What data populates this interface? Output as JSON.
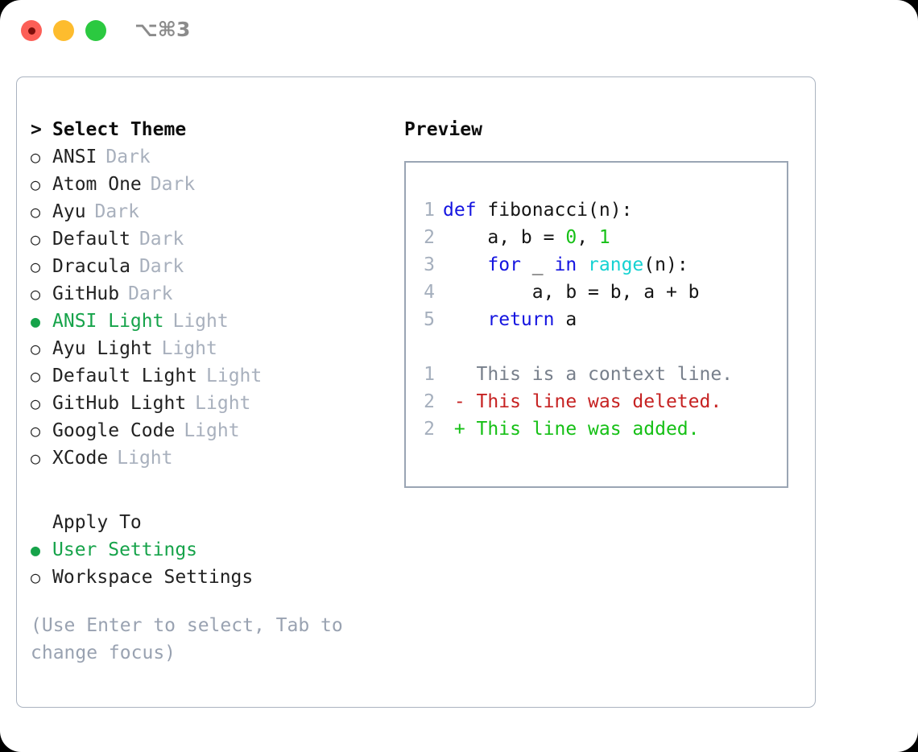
{
  "titlebar": {
    "shortcut": "⌥⌘3",
    "dots": [
      "close",
      "minimize",
      "maximize"
    ]
  },
  "theme_picker": {
    "title": "Select Theme",
    "title_marker": ">",
    "marker_unselected": "○",
    "marker_selected": "●",
    "items": [
      {
        "name": "ANSI",
        "variant": "Dark",
        "selected": false
      },
      {
        "name": "Atom One",
        "variant": "Dark",
        "selected": false
      },
      {
        "name": "Ayu",
        "variant": "Dark",
        "selected": false
      },
      {
        "name": "Default",
        "variant": "Dark",
        "selected": false
      },
      {
        "name": "Dracula",
        "variant": "Dark",
        "selected": false
      },
      {
        "name": "GitHub",
        "variant": "Dark",
        "selected": false
      },
      {
        "name": "ANSI Light",
        "variant": "Light",
        "selected": true
      },
      {
        "name": "Ayu Light",
        "variant": "Light",
        "selected": false
      },
      {
        "name": "Default Light",
        "variant": "Light",
        "selected": false
      },
      {
        "name": "GitHub Light",
        "variant": "Light",
        "selected": false
      },
      {
        "name": "Google Code",
        "variant": "Light",
        "selected": false
      },
      {
        "name": "XCode",
        "variant": "Light",
        "selected": false
      }
    ]
  },
  "apply_to": {
    "title": "Apply To",
    "items": [
      {
        "name": "User Settings",
        "selected": true
      },
      {
        "name": "Workspace Settings",
        "selected": false
      }
    ]
  },
  "hint": "(Use Enter to select, Tab to change focus)",
  "preview": {
    "title": "Preview",
    "code_lines": [
      {
        "no": "1",
        "tokens": [
          {
            "t": "def",
            "c": "kw"
          },
          {
            "t": " fibonacci(n):",
            "c": "txt"
          }
        ]
      },
      {
        "no": "2",
        "tokens": [
          {
            "t": "    a, b = ",
            "c": "txt"
          },
          {
            "t": "0",
            "c": "num"
          },
          {
            "t": ", ",
            "c": "txt"
          },
          {
            "t": "1",
            "c": "num"
          }
        ]
      },
      {
        "no": "3",
        "tokens": [
          {
            "t": "    ",
            "c": "txt"
          },
          {
            "t": "for",
            "c": "kw"
          },
          {
            "t": " _ ",
            "c": "txt"
          },
          {
            "t": "in",
            "c": "kw"
          },
          {
            "t": " ",
            "c": "txt"
          },
          {
            "t": "range",
            "c": "fn"
          },
          {
            "t": "(n):",
            "c": "txt"
          }
        ]
      },
      {
        "no": "4",
        "tokens": [
          {
            "t": "        a, b = b, a + b",
            "c": "txt"
          }
        ]
      },
      {
        "no": "5",
        "tokens": [
          {
            "t": "    ",
            "c": "txt"
          },
          {
            "t": "return",
            "c": "kw"
          },
          {
            "t": " a",
            "c": "txt"
          }
        ]
      }
    ],
    "diff_lines": [
      {
        "no": "1",
        "text": "   This is a context line.",
        "kind": "ctx"
      },
      {
        "no": "2",
        "text": " - This line was deleted.",
        "kind": "del"
      },
      {
        "no": "2",
        "text": " + This line was added.",
        "kind": "add"
      }
    ]
  },
  "colors": {
    "accent_green": "#16a34a",
    "muted": "#a8b0bd",
    "border": "#9aa5b4",
    "keyword": "#1414e0",
    "function": "#15d2d2",
    "number": "#17c017",
    "diff_delete": "#c62222",
    "diff_add": "#16c016"
  }
}
